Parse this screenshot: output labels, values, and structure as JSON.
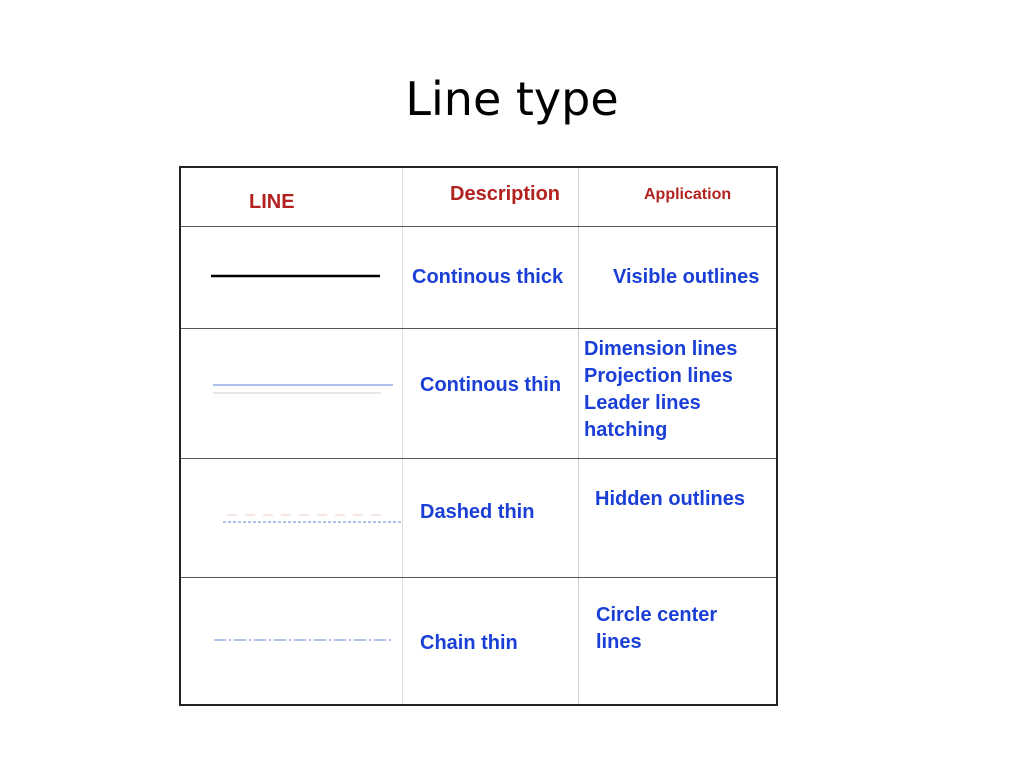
{
  "title": "Line type",
  "table": {
    "headers": {
      "line": "LINE",
      "description": "Description",
      "application": "Application"
    },
    "rows": [
      {
        "sample": "continuous-thick-line",
        "description": "Continous thick",
        "application": [
          "Visible outlines"
        ]
      },
      {
        "sample": "continuous-thin-line",
        "description": "Continous thin",
        "application": [
          "Dimension lines",
          "Projection lines",
          "Leader lines",
          "hatching"
        ]
      },
      {
        "sample": "dashed-thin-line",
        "description": "Dashed thin",
        "application": [
          "Hidden outlines"
        ]
      },
      {
        "sample": "chain-thin-line",
        "description": "Chain thin",
        "application": [
          "Circle center",
          "lines"
        ]
      }
    ]
  },
  "colors": {
    "header_text": "#b2221f",
    "body_text": "#1a3fd6",
    "thin_line": "#5b7fd6"
  }
}
